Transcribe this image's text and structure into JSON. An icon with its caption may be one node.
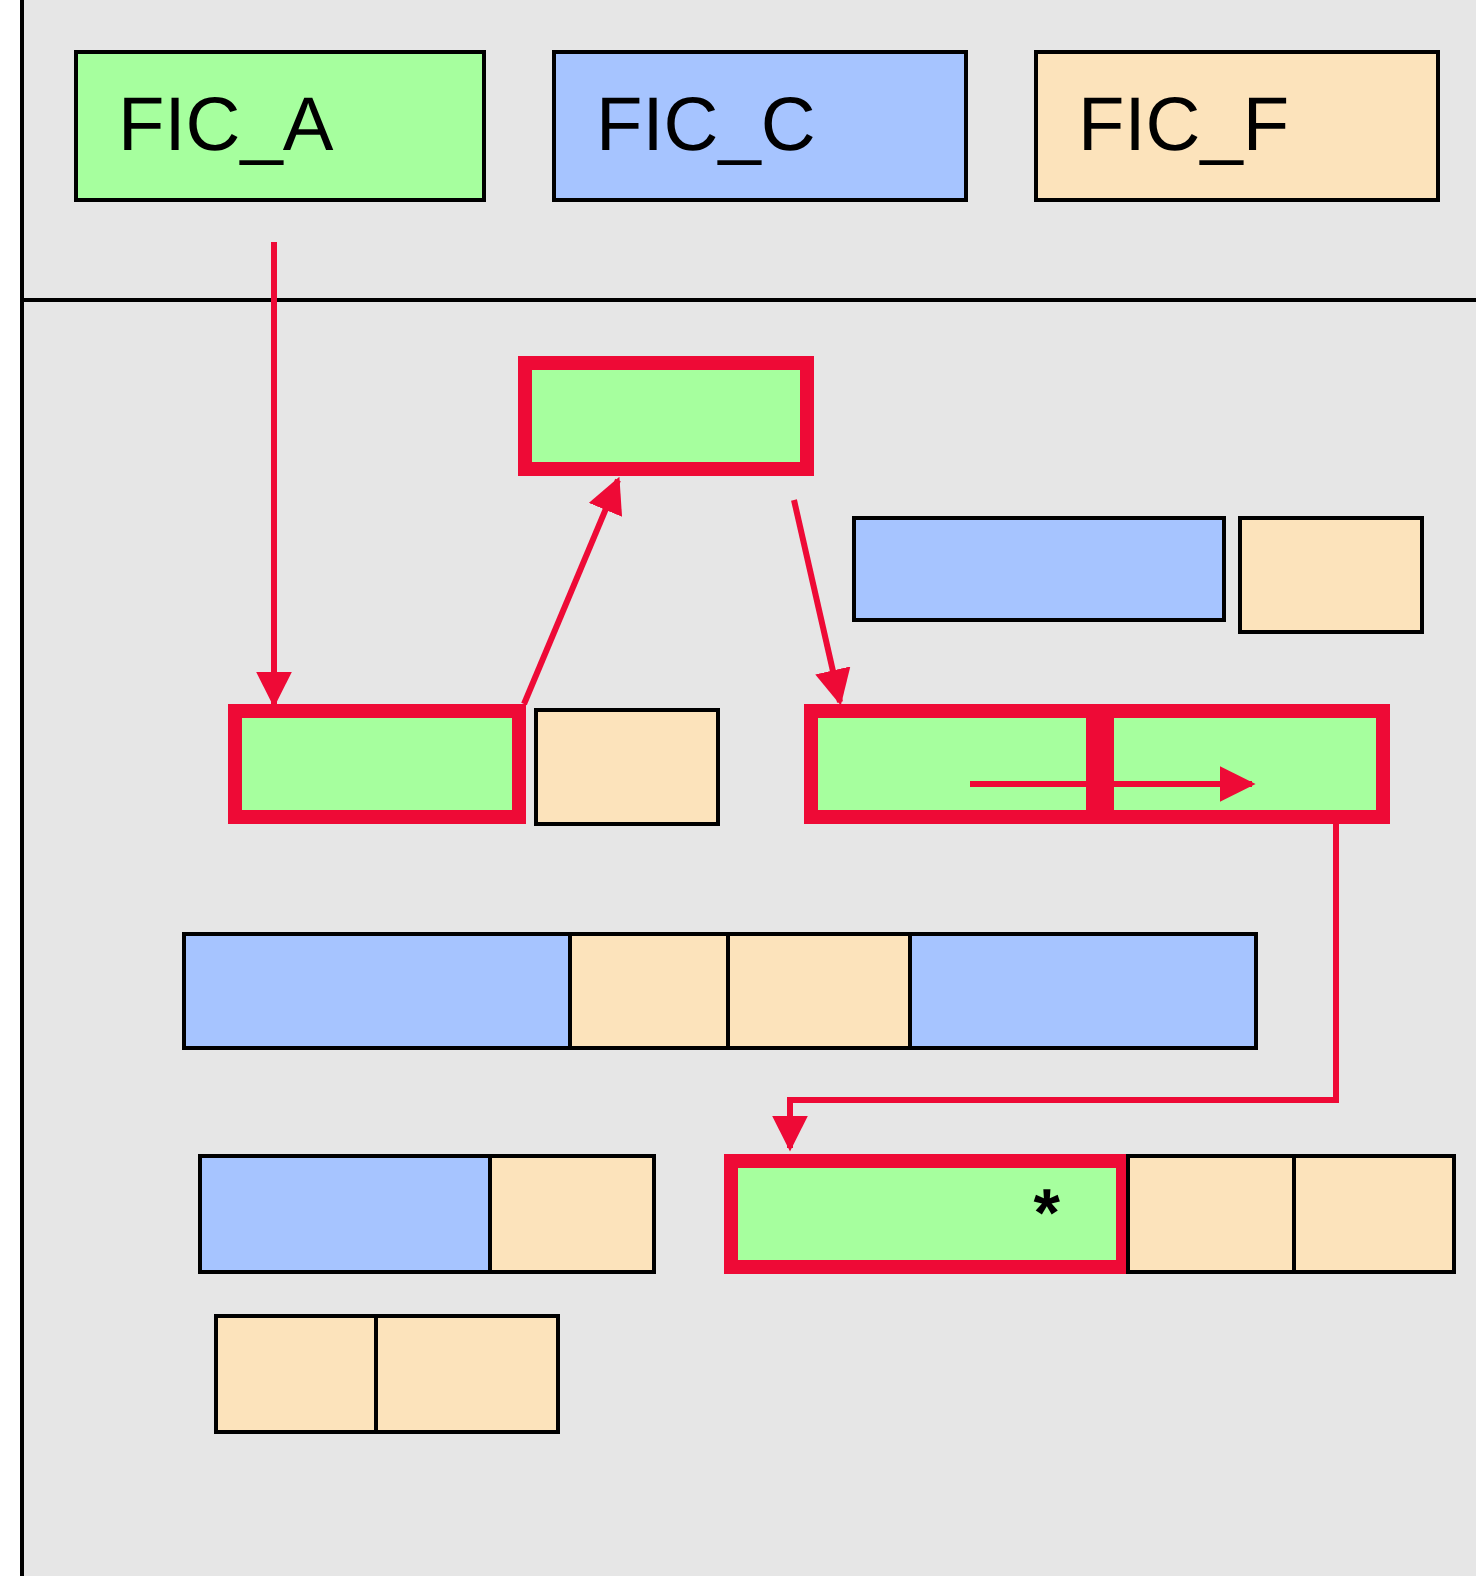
{
  "diagram": {
    "nodes": [
      {
        "text": [
          "FIC_A"
        ]
      },
      {
        "text": [
          "FIC_C"
        ]
      },
      {
        "text": [
          "FIC_F"
        ]
      },
      {
        "text": [],
        "shape": "box"
      },
      {
        "text": [],
        "shape": "box"
      },
      {
        "text": [],
        "shape": "box"
      },
      {
        "text": [],
        "shape": "box"
      },
      {
        "text": [],
        "shape": "box"
      },
      {
        "text": [],
        "shape": "box"
      },
      {
        "text": [],
        "shape": "box"
      },
      {
        "text": [],
        "shape": "box"
      },
      {
        "text": [],
        "shape": "box"
      },
      {
        "text": [],
        "shape": "box"
      },
      {
        "text": [],
        "shape": "box"
      },
      {
        "text": [],
        "shape": "box"
      },
      {
        "text": [],
        "shape": "box"
      },
      {
        "text": [
          "*"
        ]
      },
      {
        "text": [],
        "shape": "box"
      },
      {
        "text": [],
        "shape": "box"
      },
      {
        "text": [],
        "shape": "box"
      },
      {
        "text": [],
        "shape": "box"
      }
    ],
    "edges": [
      {
        "from": 0,
        "to": 6,
        "arrow": "to"
      },
      {
        "from": 6,
        "to": 3,
        "arrow": "to"
      },
      {
        "from": 3,
        "to": 8,
        "arrow": "to"
      },
      {
        "from": 8,
        "to": 9,
        "arrow": "to"
      },
      {
        "from": 9,
        "to": 16,
        "arrow": "to"
      }
    ]
  }
}
